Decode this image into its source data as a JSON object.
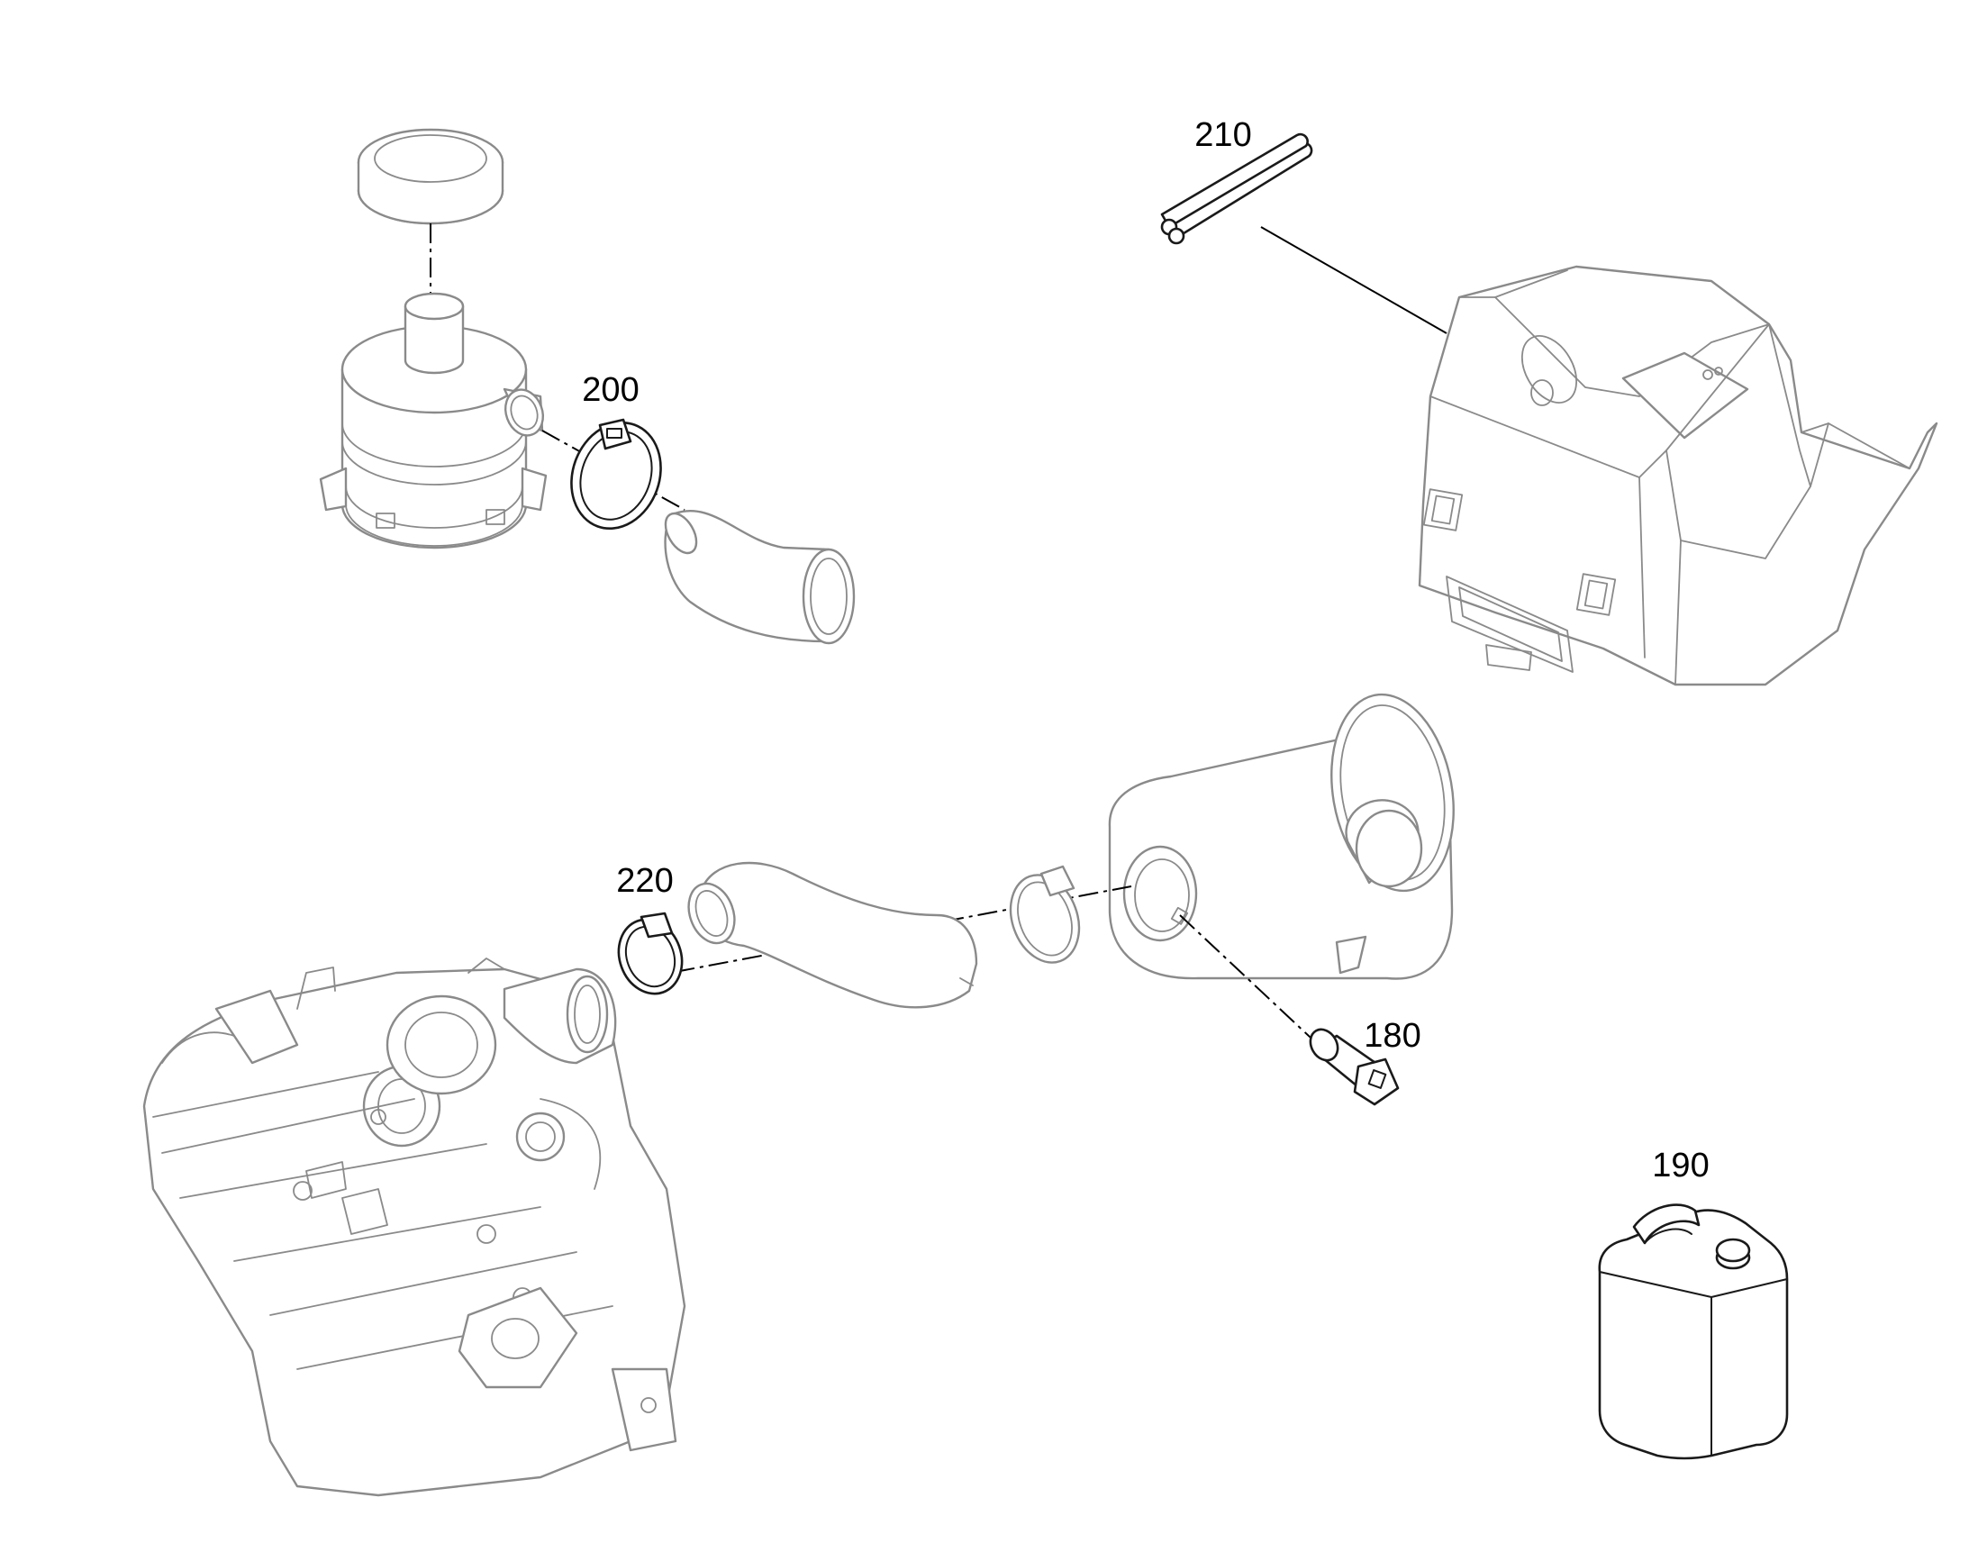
{
  "callouts": {
    "p180": "180",
    "p190": "190",
    "p200": "200",
    "p210": "210",
    "p220": "220"
  },
  "colors": {
    "background": "#ffffff",
    "part_outline": "#8a8a8a",
    "callout_part_outline": "#1a1a1a",
    "label_text": "#000000"
  }
}
